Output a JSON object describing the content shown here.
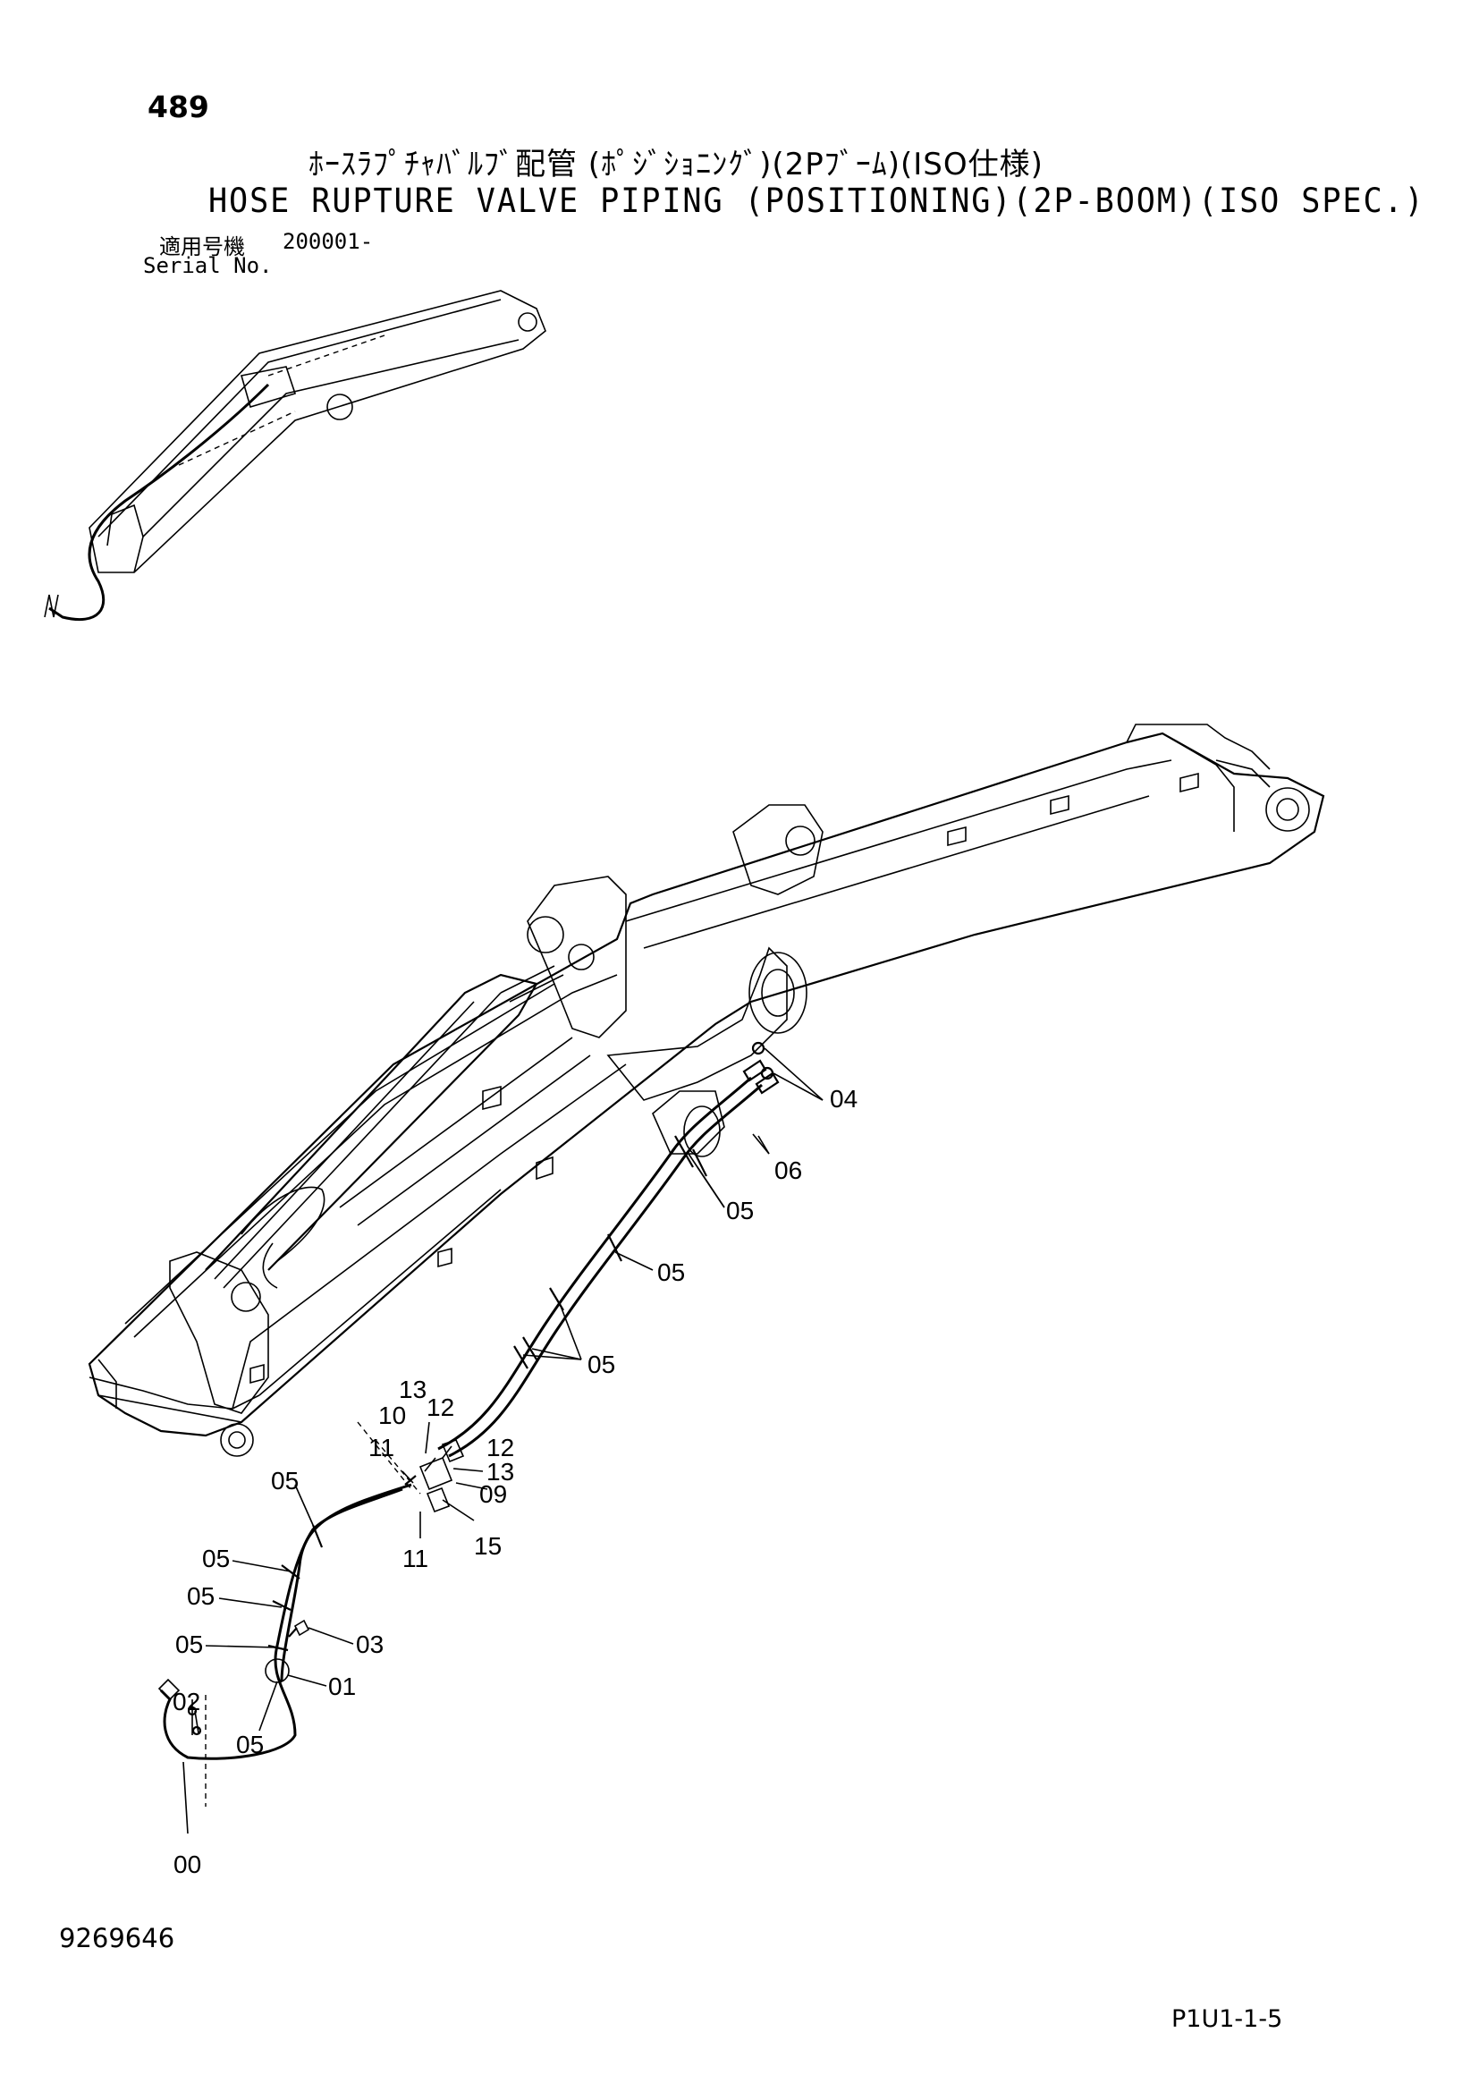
{
  "header": {
    "page_number": "489",
    "title_jp": "ﾎｰｽﾗﾌﾟﾁｬﾊﾞﾙﾌﾞ配管 (ﾎﾟｼﾞｼｮﾆﾝｸﾞ)(2Pﾌﾞｰﾑ)(ISO仕様)",
    "title_en": "HOSE RUPTURE VALVE PIPING (POSITIONING)(2P-BOOM)(ISO SPEC.)",
    "serial_label_jp": "適用号機",
    "serial_value": "200001-",
    "serial_label_en": "Serial No."
  },
  "callouts": {
    "c04": "04",
    "c06": "06",
    "c05a": "05",
    "c05b": "05",
    "c05c": "05",
    "c13a": "13",
    "c12a": "12",
    "c10": "10",
    "c11a": "11",
    "c12b": "12",
    "c13b": "13",
    "c09": "09",
    "c15": "15",
    "c11b": "11",
    "c05d": "05",
    "c05e": "05",
    "c05f": "05",
    "c05g": "05",
    "c03": "03",
    "c01": "01",
    "c02": "02",
    "c05h": "05",
    "c00": "00"
  },
  "footer": {
    "doc_number": "9269646",
    "page_code": "P1U1-1-5"
  }
}
